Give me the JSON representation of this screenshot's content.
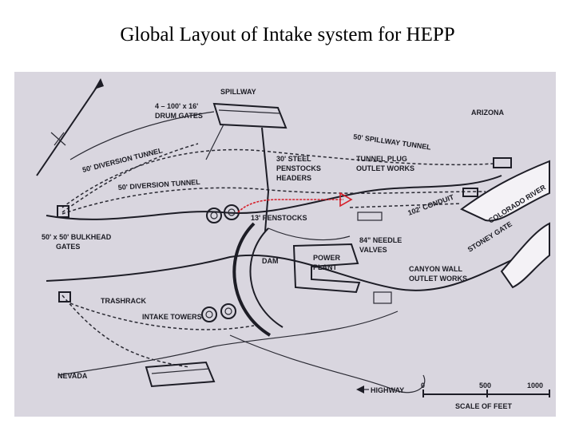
{
  "title": "Global Layout of Intake system for HEPP",
  "labels": {
    "spillway": "SPILLWAY",
    "drum_gates_1": "4 – 100' x 16'",
    "drum_gates_2": "DRUM GATES",
    "arizona": "ARIZONA",
    "spillway_tunnel": "50' SPILLWAY TUNNEL",
    "diversion_tunnel_1": "50' DIVERSION TUNNEL",
    "diversion_tunnel_2": "50' DIVERSION TUNNEL",
    "steel_penstocks_1": "30' STEEL",
    "steel_penstocks_2": "PENSTOCKS",
    "steel_penstocks_3": "HEADERS",
    "tunnel_plug_1": "TUNNEL PLUG",
    "tunnel_plug_2": "OUTLET WORKS",
    "penstocks_13": "13' PENSTOCKS",
    "conduit": "102' CONDUIT",
    "colorado_river": "COLORADO RIVER",
    "stoney_gate": "STONEY GATE",
    "bulkhead_1": "50' x 50' BULKHEAD",
    "bulkhead_2": "GATES",
    "needle_1": "84\" NEEDLE",
    "needle_2": "VALVES",
    "dam": "DAM",
    "power_1": "POWER",
    "power_2": "PLANT",
    "canyon_1": "CANYON WALL",
    "canyon_2": "OUTLET WORKS",
    "trashrack": "TRASHRACK",
    "intake_towers": "INTAKE TOWERS",
    "nevada": "NEVADA",
    "highway": "HIGHWAY",
    "scale_0": "0",
    "scale_500": "500",
    "scale_1000": "1000",
    "scale_title": "SCALE OF FEET"
  },
  "colors": {
    "figure_background": "#d9d6df",
    "ink": "#1d1d26",
    "flow_arrow": "#d61f2a"
  }
}
